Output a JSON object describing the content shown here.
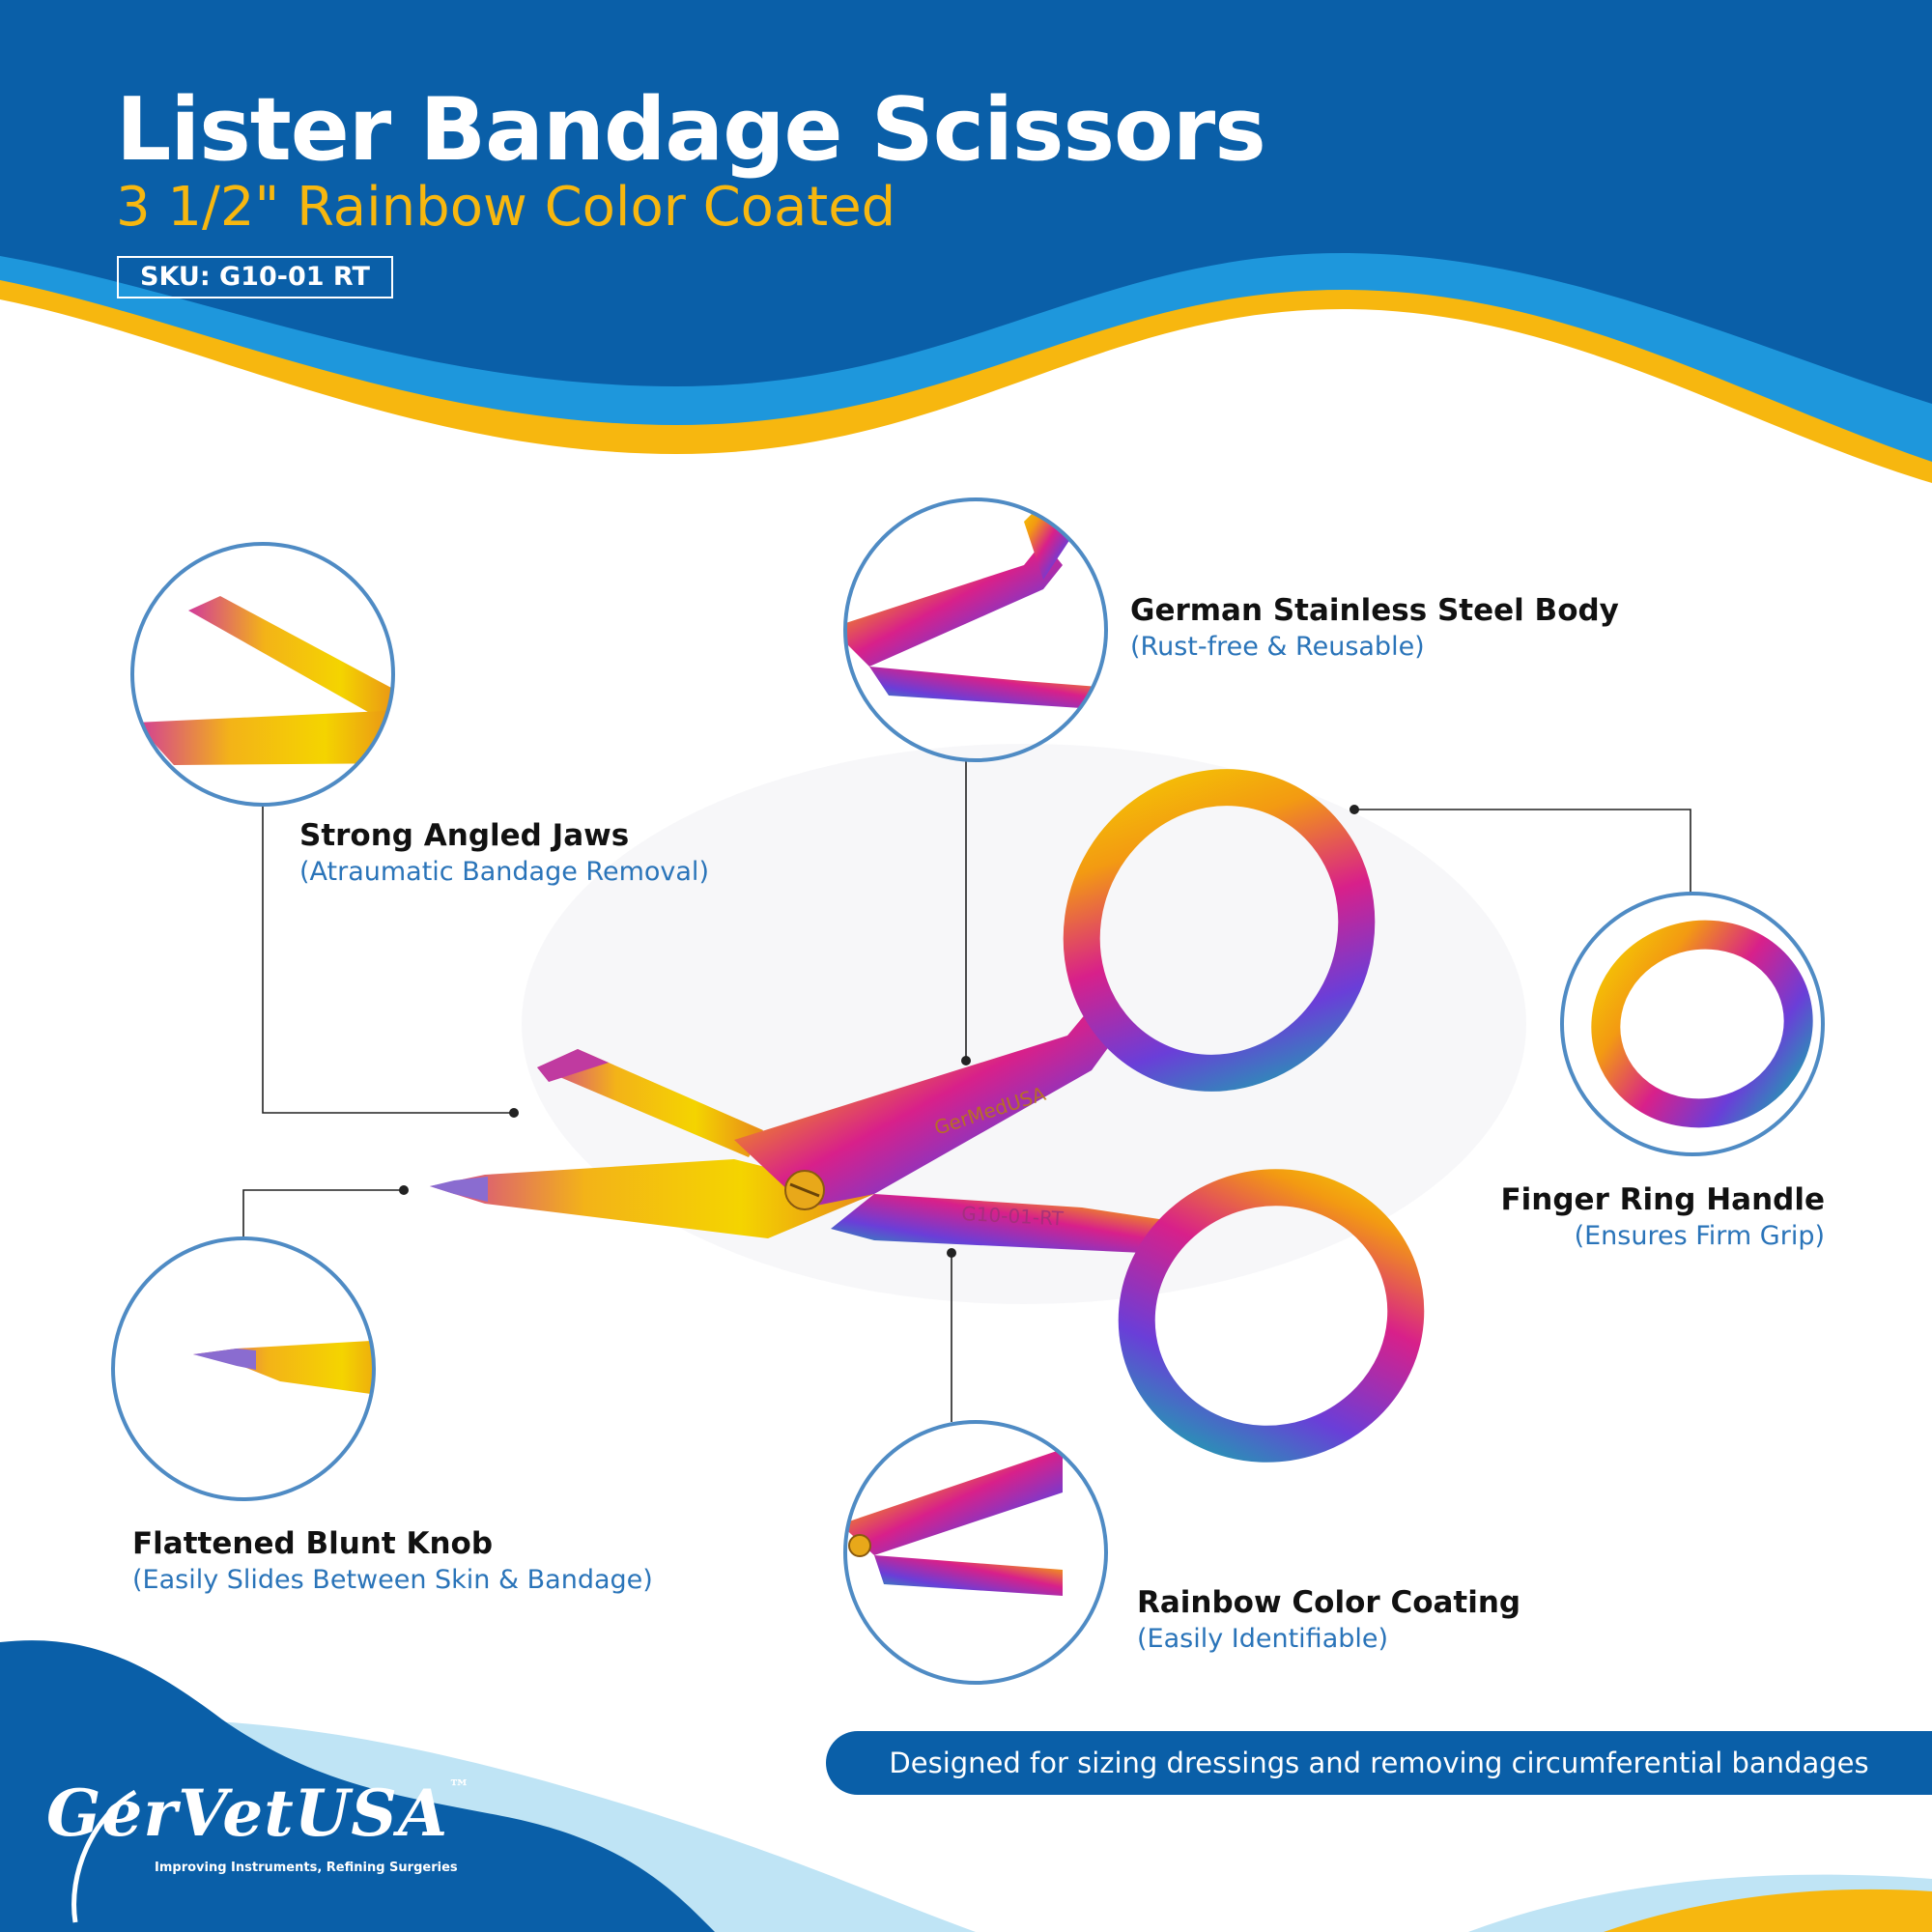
{
  "header": {
    "title": "Lister Bandage Scissors",
    "subtitle": "3 1/2\" Rainbow Color Coated",
    "sku": "SKU: G10-01 RT"
  },
  "features": [
    {
      "title": "Strong Angled Jaws",
      "subtitle": "(Atraumatic Bandage Removal)"
    },
    {
      "title": "German Stainless Steel Body",
      "subtitle": "(Rust-free & Reusable)"
    },
    {
      "title": "Finger Ring Handle",
      "subtitle": "(Ensures Firm Grip)"
    },
    {
      "title": "Flattened Blunt Knob",
      "subtitle": "(Easily Slides Between Skin & Bandage)"
    },
    {
      "title": "Rainbow Color Coating",
      "subtitle": "(Easily Identifiable)"
    }
  ],
  "product_engravings": {
    "brand": "GerMedUSA",
    "code": "G10-01-RT"
  },
  "banner": "Designed for sizing dressings and removing circumferential bandages",
  "logo": {
    "name": "GerVetUSA",
    "trademark": "™",
    "tagline": "Improving Instruments, Refining Surgeries"
  },
  "colors": {
    "brand_blue": "#0a5fa8",
    "light_blue": "#1e97dc",
    "pale_blue": "#bfe4f5",
    "accent_yellow": "#f7b70f",
    "circle_border": "#4f8bc4",
    "subtitle_text": "#2a74b9"
  }
}
